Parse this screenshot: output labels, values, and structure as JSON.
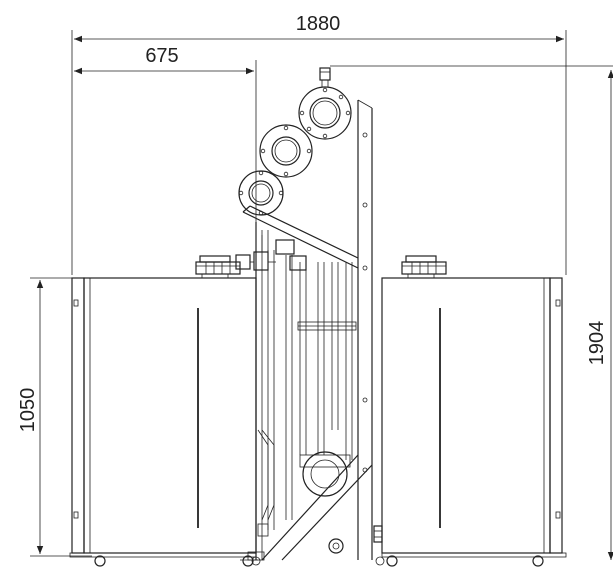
{
  "dimensions": {
    "overall_width": "1880",
    "left_offset": "675",
    "overall_height": "1904",
    "tank_height": "1050"
  }
}
